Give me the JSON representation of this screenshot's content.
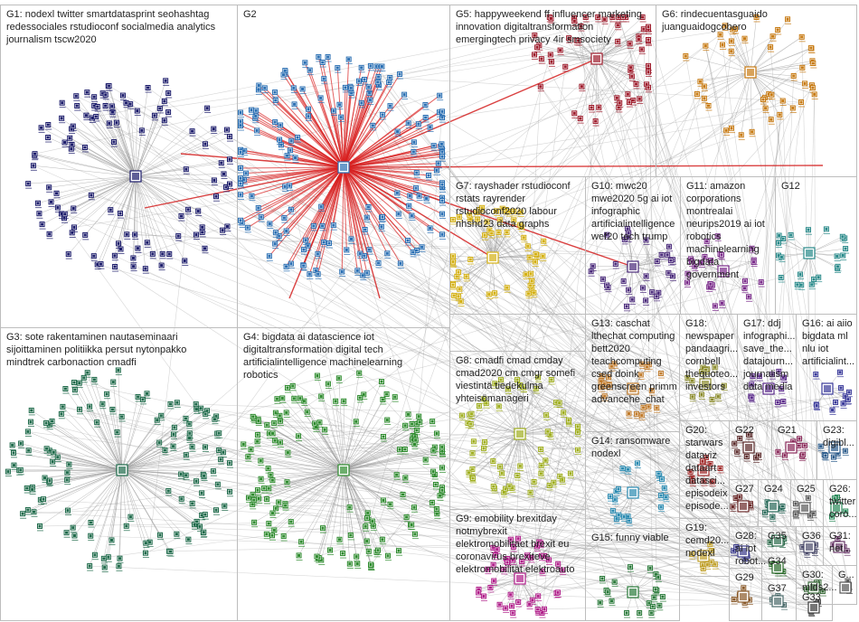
{
  "groups": [
    {
      "id": "G1",
      "label": "G1: nodexl twitter smartdatasprint seohashtag|redessociales rstudioconf socialmedia analytics|journalism tscw2020",
      "color": "#1c1c6b"
    },
    {
      "id": "G2",
      "label": "G2",
      "color": "#2a6fb3"
    },
    {
      "id": "G3",
      "label": "G3: sote rakentaminen nautaseminaari|sijoittaminen politiikka persut nytonpakko|mindtrek carbonaction cmadfi",
      "color": "#1e6a4a"
    },
    {
      "id": "G4",
      "label": "G4: bigdata ai datascience iot|digitaltransformation digital tech|artificialintelligence machinelearning|robotics",
      "color": "#2e8b2e"
    },
    {
      "id": "G5",
      "label": "G5: happyweekend ff influencer marketing|innovation digitaltransformation|emergingtech privacy 4ir smsociety",
      "color": "#9e1c2c"
    },
    {
      "id": "G6",
      "label": "G6: rindecuentasguaido|juanguaidogcobero",
      "color": "#c77a12"
    },
    {
      "id": "G7",
      "label": "G7: rayshader rstudioconf|rstats rayrender|rstudioconf2020 labour|nhshd23 data graphs",
      "color": "#d4b012"
    },
    {
      "id": "G8",
      "label": "G8: cmadfi cmad cmday|cmad2020 cm cmgr somefi|viestintä tiedekulma|yhteisömanageri",
      "color": "#9fae1e"
    },
    {
      "id": "G9",
      "label": "G9: emobility brexitday|notmybrexit|elektromobilitaet brexit eu|coronavirus brexiteve|elektromobilität elektroauto",
      "color": "#b01e8a"
    },
    {
      "id": "G10",
      "label": "G10: mwc20|mwe2020 5g ai iot|infographic|artificialintelligence|wef20 tech trump",
      "color": "#4a2a7a"
    },
    {
      "id": "G11",
      "label": "G11: amazon|corporations|montrealai|neurips2019 ai iot|robotics|machinelearning|bigdata|government",
      "color": "#7a2a8a"
    },
    {
      "id": "G12",
      "label": "G12",
      "color": "#2a8a8a"
    },
    {
      "id": "G13",
      "label": "G13: caschat|lthechat computing|bett2020|teachcomputing|csed doink|greenscreen primm|advancehe_chat",
      "color": "#c07a2a"
    },
    {
      "id": "G14",
      "label": "G14: ransomware|nodexl",
      "color": "#2a8ab0"
    },
    {
      "id": "G15",
      "label": "G15: funny viable",
      "color": "#2a7a3a"
    },
    {
      "id": "G16",
      "label": "G16: ai aiio|bigdata ml|nlu iot|artificialint...",
      "color": "#3a3a9a"
    },
    {
      "id": "G17",
      "label": "G17: ddj|infographi...|save_the...|datajourn...|journalism|data media",
      "color": "#5a2a8a"
    },
    {
      "id": "G18",
      "label": "G18:|newspaper|pandaagri...|cornbell|thequoteo...|investors",
      "color": "#8a8a2a"
    },
    {
      "id": "G19",
      "label": "G19:|cemd20...|nodexl",
      "color": "#c0a02a"
    },
    {
      "id": "G20",
      "label": "G20:|starwars|dataviz|dataart|datasci...|episodeix|episode...",
      "color": "#a02a2a"
    },
    {
      "id": "G21",
      "label": "G21",
      "color": "#8a2a5a"
    },
    {
      "id": "G22",
      "label": "G22",
      "color": "#5a2a2a"
    },
    {
      "id": "G23",
      "label": "G23:|digibl...",
      "color": "#2a5a8a"
    },
    {
      "id": "G24",
      "label": "G24",
      "color": "#2a6a5a"
    },
    {
      "id": "G25",
      "label": "G25",
      "color": "#5a5a5a"
    },
    {
      "id": "G26",
      "label": "G26:|twitter|coro...",
      "color": "#2a8a5a"
    },
    {
      "id": "G27",
      "label": "G27",
      "color": "#6a2a2a"
    },
    {
      "id": "G28",
      "label": "G28:|ai iot|robot...",
      "color": "#3a3a8a"
    },
    {
      "id": "G29",
      "label": "G29",
      "color": "#8a5a2a"
    },
    {
      "id": "G30",
      "label": "G30:|mlds2...",
      "color": "#3a6a3a"
    },
    {
      "id": "G31",
      "label": "G31:|net...",
      "color": "#6a3a6a"
    },
    {
      "id": "G33",
      "label": "G33",
      "color": "#3a3a3a"
    },
    {
      "id": "G34",
      "label": "G34",
      "color": "#2a6a2a"
    },
    {
      "id": "G35",
      "label": "G35",
      "color": "#2a6a4a"
    },
    {
      "id": "G36",
      "label": "G36",
      "color": "#4a4a6a"
    },
    {
      "id": "G37",
      "label": "G37",
      "color": "#4a6a6a"
    },
    {
      "id": "G...",
      "label": "G...",
      "color": "#555555"
    }
  ]
}
